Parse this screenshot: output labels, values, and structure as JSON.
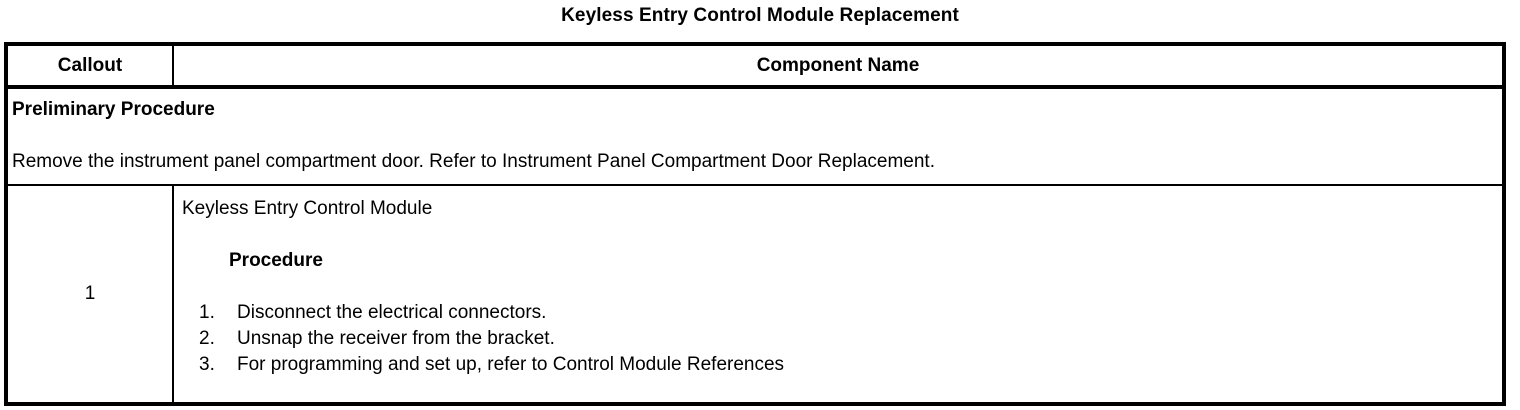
{
  "document": {
    "title": "Keyless Entry Control Module Replacement"
  },
  "table": {
    "headers": {
      "callout": "Callout",
      "component_name": "Component Name"
    },
    "preliminary": {
      "heading": "Preliminary Procedure",
      "text": "Remove the instrument panel compartment door. Refer to Instrument Panel Compartment Door Replacement."
    },
    "rows": [
      {
        "callout": "1",
        "component_name": "Keyless Entry Control Module",
        "procedure_heading": "Procedure",
        "steps": [
          {
            "number": "1.",
            "text": "Disconnect the electrical connectors."
          },
          {
            "number": "2.",
            "text": "Unsnap the receiver from the bracket."
          },
          {
            "number": "3.",
            "text": "For programming and set up, refer to Control Module References"
          }
        ]
      }
    ]
  },
  "colors": {
    "border": "#000000",
    "text": "#000000",
    "background": "#ffffff"
  }
}
